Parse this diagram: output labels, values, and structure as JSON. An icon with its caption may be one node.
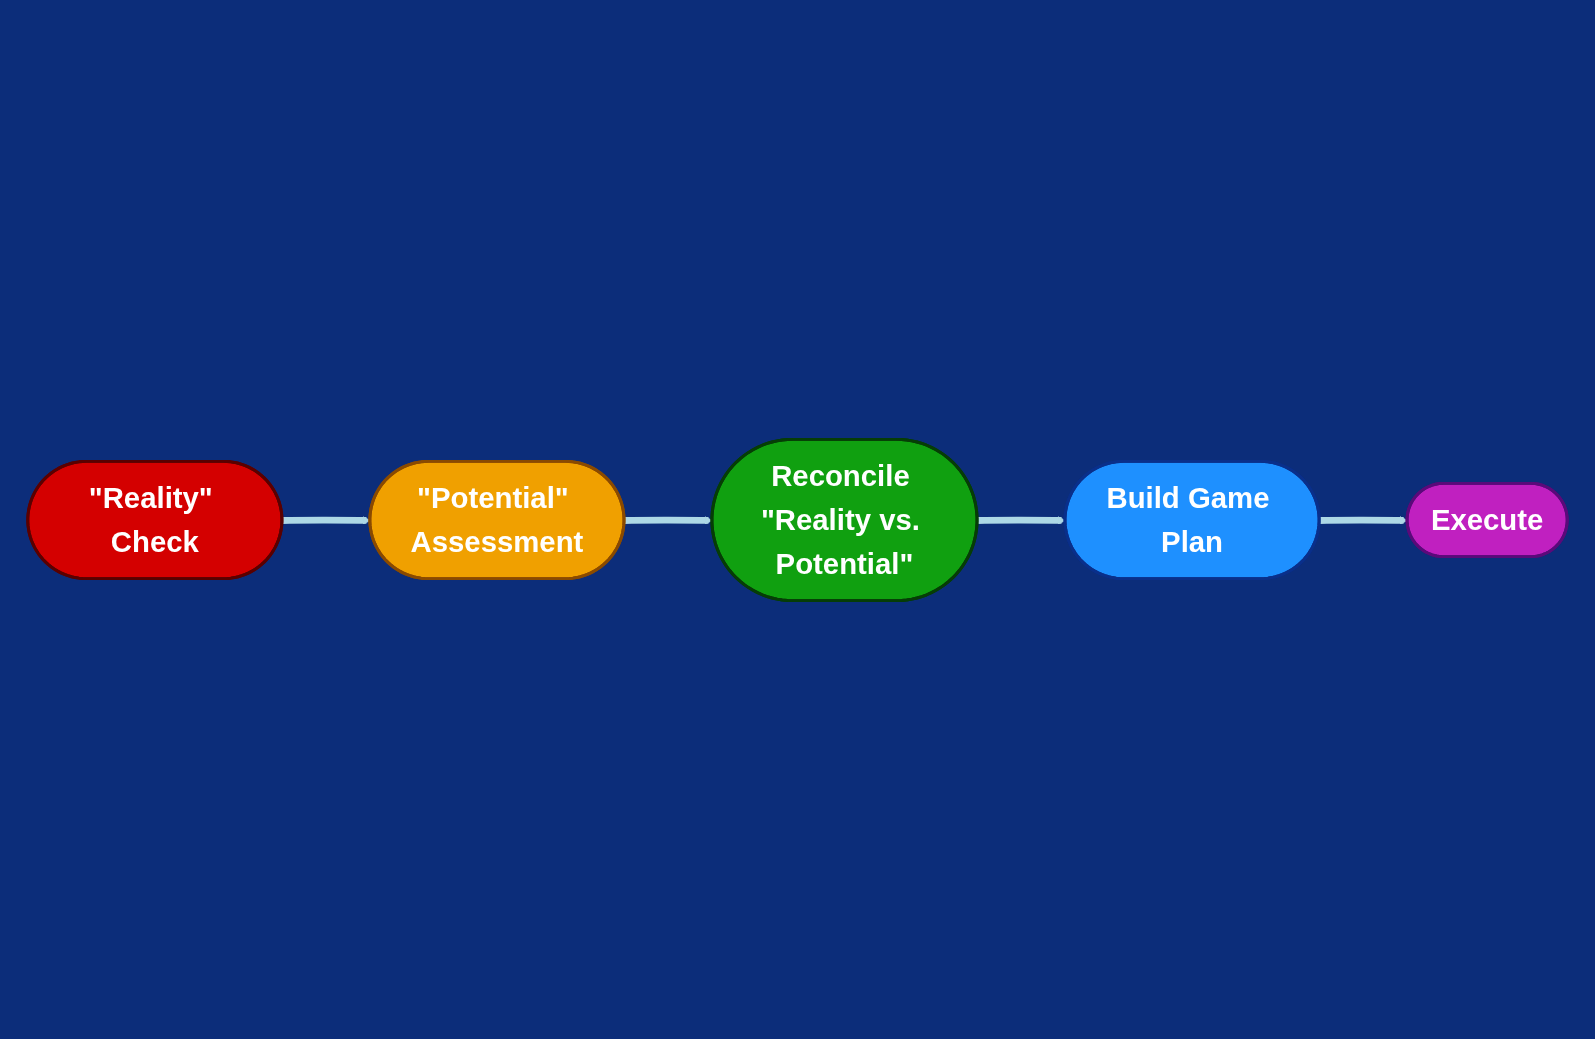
{
  "diagram": {
    "nodes": [
      {
        "text": [
          "\"Reality\" Check"
        ]
      },
      {
        "text": [
          "\"Potential\" Assessment"
        ]
      },
      {
        "text": [
          "Reconcile \"Reality vs. Potential\""
        ]
      },
      {
        "text": [
          "Build Game Plan"
        ]
      },
      {
        "text": [
          "Execute"
        ]
      }
    ],
    "edges": [
      {
        "from": 0,
        "to": 1,
        "arrow": "to"
      },
      {
        "from": 1,
        "to": 2,
        "arrow": "to"
      },
      {
        "from": 2,
        "to": 3,
        "arrow": "to"
      },
      {
        "from": 3,
        "to": 4,
        "arrow": "to"
      }
    ]
  }
}
